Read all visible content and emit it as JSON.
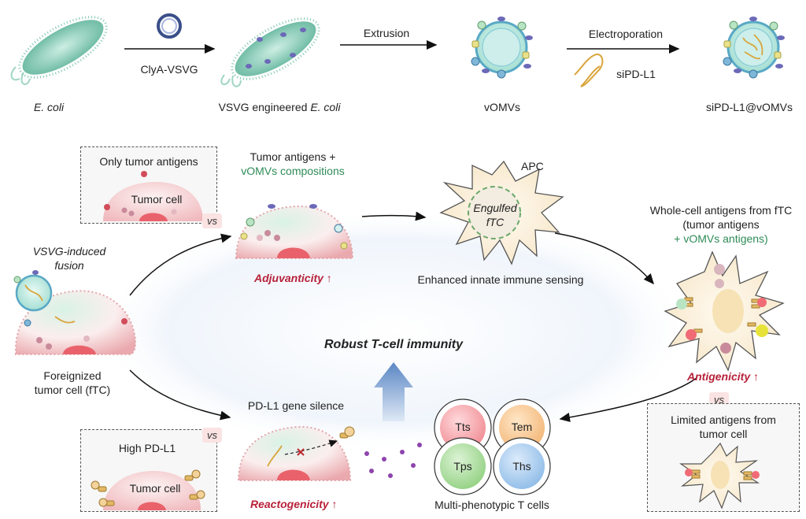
{
  "top_flow": {
    "step1_label": "E. coli",
    "arrow1_label": "ClyA-VSVG",
    "step2_label_prefix": "VSVG engineered ",
    "step2_label_italic": "E. coli",
    "arrow2_label": "Extrusion",
    "step3_label": "vOMVs",
    "arrow3_label": "Electroporation",
    "arrow3_sublabel": "siPD-L1",
    "step4_label": "siPD-L1@vOMVs"
  },
  "cycle": {
    "center_title": "Robust T-cell immunity",
    "fusion_label_line1": "VSVG-induced",
    "fusion_label_line2": "fusion",
    "ftc_label_line1": "Foreignized",
    "ftc_label_line2": "tumor cell (fTC)",
    "adjuvant_title_line1": "Tumor antigens +",
    "adjuvant_title_line2": "vOMVs compositions",
    "adjuvanticity": "Adjuvanticity",
    "apc_label": "APC",
    "engulfed_line1": "Engulfed",
    "engulfed_line2": "fTC",
    "innate_label": "Enhanced innate immune sensing",
    "whole_cell_line1": "Whole-cell antigens from fTC",
    "whole_cell_line2": "(tumor antigens",
    "whole_cell_line3": "+ vOMVs antigens)",
    "antigenicity": "Antigenicity",
    "limited_line1": "Limited antigens from",
    "limited_line2": "tumor cell",
    "pdl1_silence": "PD-L1 gene silence",
    "reactogenicity": "Reactogenicity",
    "tcells_label": "Multi-phenotypic T cells",
    "tcells": [
      "Tts",
      "Tem",
      "Tps",
      "Ths"
    ],
    "only_tumor_antigens": "Only tumor antigens",
    "tumor_cell": "Tumor cell",
    "high_pdl1": "High PD-L1",
    "vs": "vs",
    "up_arrow": "↑"
  }
}
